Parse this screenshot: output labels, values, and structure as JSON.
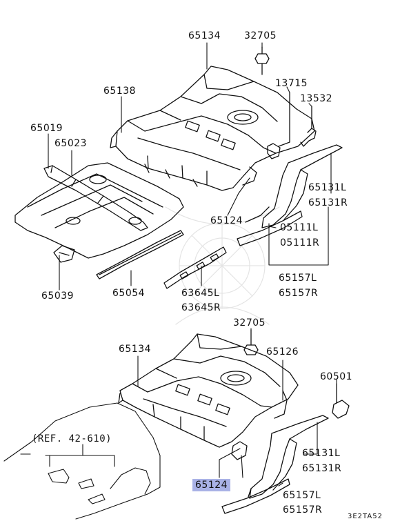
{
  "diagram_code": "3E2TA52",
  "highlight_color": "#a9b2e6",
  "line_color": "#111111",
  "reference": "(REF. 42-610)",
  "labels": {
    "p_65134_top": "65134",
    "p_32705_top": "32705",
    "p_65138": "65138",
    "p_13715": "13715",
    "p_13532": "13532",
    "p_65019": "65019",
    "p_65023": "65023",
    "p_65131L_top": "65131L",
    "p_65131R_top": "65131R",
    "p_65124_top": "65124",
    "p_05111L": "05111L",
    "p_05111R": "05111R",
    "p_65157L_top": "65157L",
    "p_65157R_top": "65157R",
    "p_65039": "65039",
    "p_65054": "65054",
    "p_63645L": "63645L",
    "p_63645R": "63645R",
    "p_32705_bottom": "32705",
    "p_65134_bottom": "65134",
    "p_65126": "65126",
    "p_60501": "60501",
    "p_65131L_bottom": "65131L",
    "p_65131R_bottom": "65131R",
    "p_65124_highlighted": "65124",
    "p_65157L_bottom": "65157L",
    "p_65157R_bottom": "65157R"
  }
}
